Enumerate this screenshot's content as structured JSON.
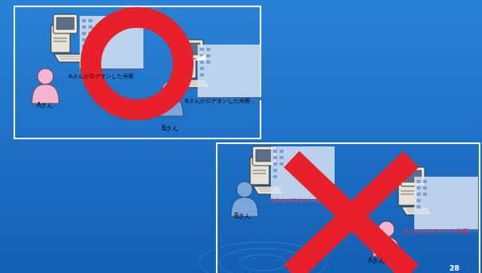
{
  "diagram": {
    "labels": [
      "Aさんがログオンした画面",
      "Bさんがログオンした画面",
      "Aさん",
      "Bさん",
      "Aさんがログオンした画面",
      "Bさん",
      "Bさんがログオンした画面",
      "Aさん",
      "28"
    ]
  }
}
